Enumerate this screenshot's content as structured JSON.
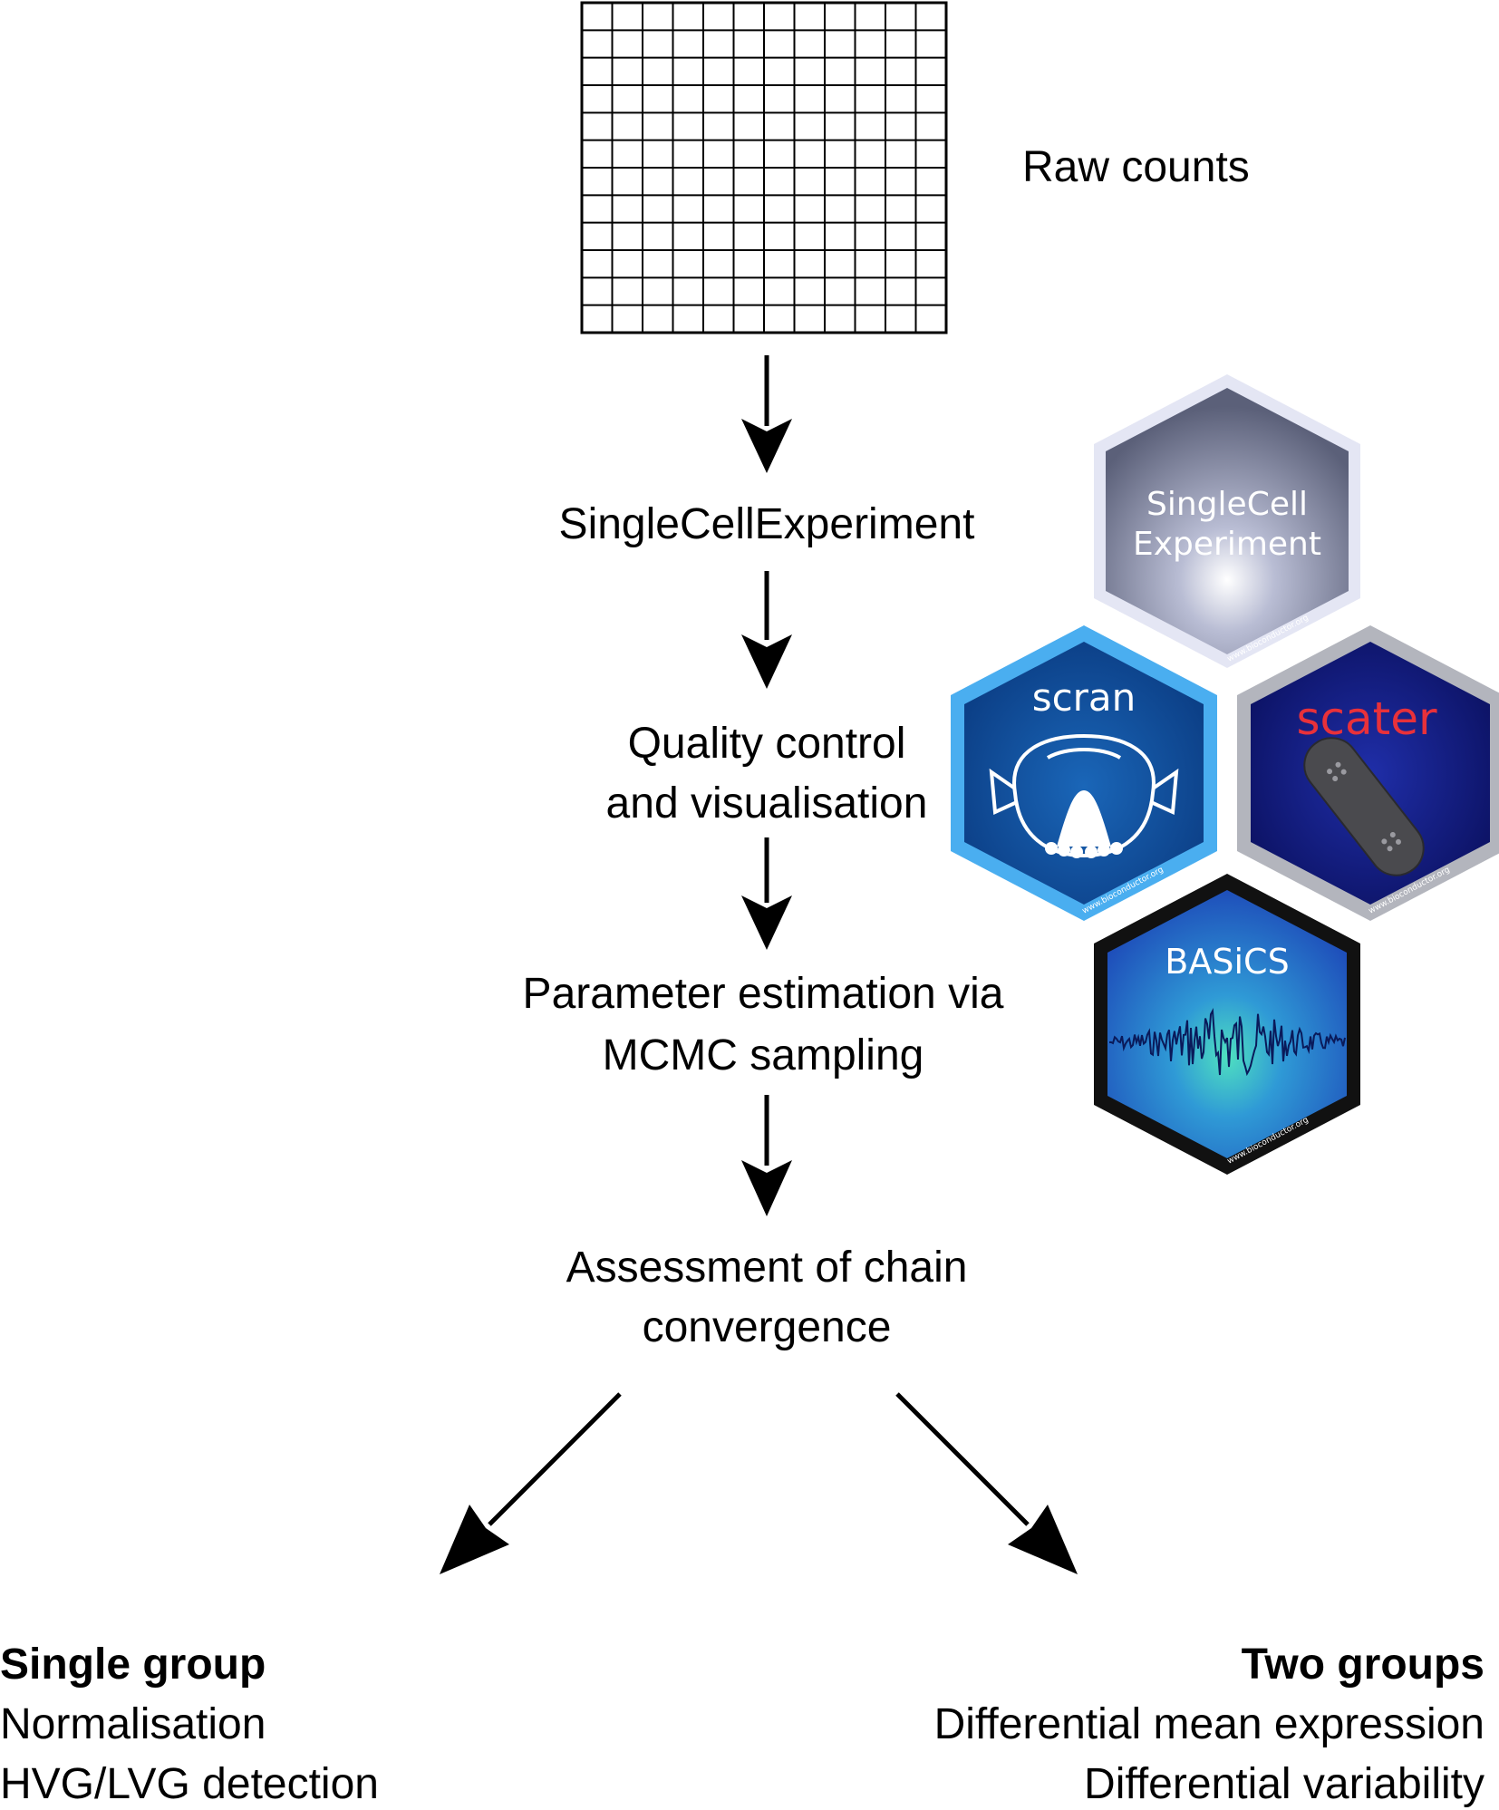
{
  "matrix": {
    "rows": 12,
    "cols": 12
  },
  "steps": {
    "raw_counts": "Raw counts",
    "sce": "SingleCellExperiment",
    "qc_line1": "Quality control",
    "qc_line2": "and visualisation",
    "param_line1": "Parameter estimation via",
    "param_line2": "MCMC sampling",
    "assess_line1": "Assessment of chain",
    "assess_line2": "convergence"
  },
  "outcomes": {
    "single": {
      "title": "Single group",
      "line1": "Normalisation",
      "line2": "HVG/LVG detection"
    },
    "two": {
      "title": "Two groups",
      "line1": "Differential mean expression",
      "line2": "Differential variability"
    }
  },
  "hex_stickers": {
    "sce": {
      "line1": "SingleCell",
      "line2": "Experiment",
      "url": "www.bioconductor.org"
    },
    "scran": {
      "name": "scran",
      "url": "www.bioconductor.org"
    },
    "scater": {
      "name": "scater",
      "url": "www.bioconductor.org"
    },
    "basics": {
      "name": "BASiCS",
      "url": "www.bioconductor.org"
    }
  },
  "colors": {
    "arrow": "#000000",
    "scater_text": "#e8313a",
    "scran_border": "#4aaef0",
    "basics_border": "#111111",
    "sce_border": "#e4e6f4",
    "scater_border": "#b3b5bd"
  }
}
